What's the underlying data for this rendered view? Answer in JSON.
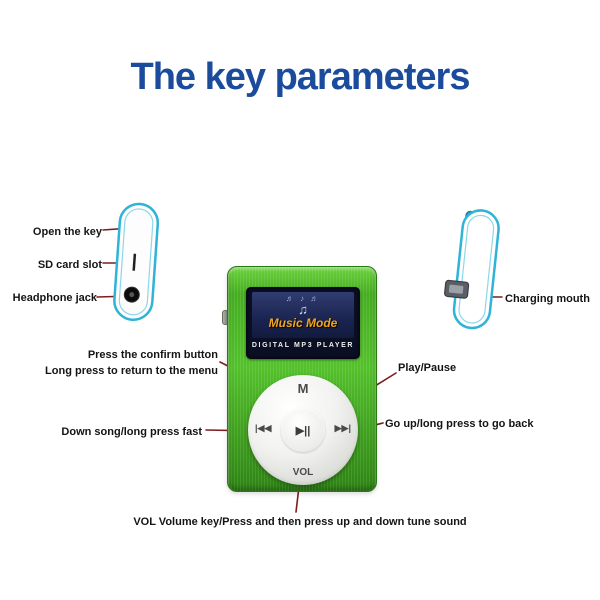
{
  "title": "The key parameters",
  "labels": {
    "open_key": "Open the key",
    "sd_card": "SD card slot",
    "headphone": "Headphone jack",
    "charging": "Charging mouth",
    "confirm_line1": "Press the confirm button",
    "confirm_line2": "Long press to return to the menu",
    "play_pause": "Play/Pause",
    "down_song": "Down song/long press fast",
    "go_up": "Go up/long press to go back",
    "vol_key": "VOL Volume key/Press and then press up and down tune sound"
  },
  "player": {
    "screen_icons": "♬ ♪ ♬",
    "screen_note": "♫",
    "screen_title": "Music Mode",
    "brand": "DIGITAL MP3 PLAYER",
    "buttons": {
      "menu": "M",
      "vol": "VOL",
      "prev": "|◀◀",
      "next": "▶▶|",
      "play": "▶||"
    }
  },
  "colors": {
    "title": "#1a4b9c",
    "connector_line": "#7d1e1e",
    "player_green": "#46ad22",
    "device_teal": "#2fb3d6",
    "screen_accent": "#f2a41c"
  }
}
